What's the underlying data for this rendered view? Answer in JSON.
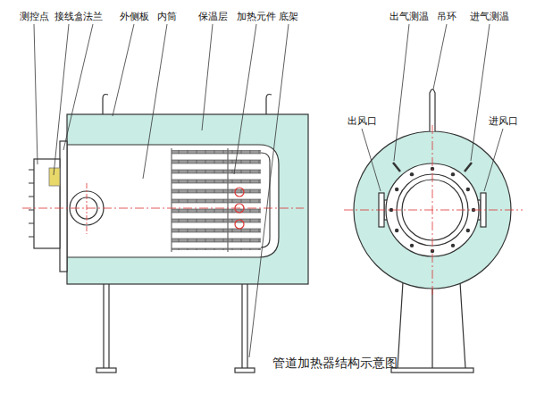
{
  "diagram": {
    "caption": "管道加热器结构示意图",
    "labels": [
      "测控点",
      "接线盒",
      "法兰",
      "外侧板",
      "内筒",
      "保温层",
      "加热元件",
      "底架",
      "出气测温",
      "吊环",
      "进气测温",
      "出风口",
      "进风口"
    ]
  }
}
